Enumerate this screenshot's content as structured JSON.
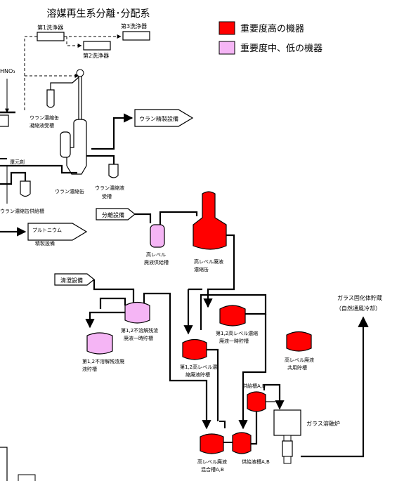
{
  "title": "溶媒再生系分離･分配系",
  "legend": {
    "high": {
      "label": "重要度高の機器",
      "color": "#ff0000"
    },
    "mid_low": {
      "label": "重要度中、低の機器",
      "color": "#f5b5f5"
    }
  },
  "washers": {
    "w1": "第1洗浄器",
    "w2": "第2洗浄器",
    "w3": "第3洗浄器"
  },
  "chem": {
    "hno3": "HNO₃",
    "reductant": "還元剤"
  },
  "uranium": {
    "cond_receiver_1": "ウラン濃縮缶",
    "cond_receiver_2": "凝縮液受槽",
    "evaporator": "ウラン濃縮缶",
    "conc_receiver_1": "ウラン濃縮液",
    "conc_receiver_2": "受槽",
    "feed_tank": "ウラン濃縮缶供給槽",
    "refining": "ウラン精製設備"
  },
  "plutonium": {
    "refining_1": "プルトニウム",
    "refining_2": "精製設備"
  },
  "separation": {
    "label": "分離設備"
  },
  "hlw": {
    "feed_tank_1": "高レベル",
    "feed_tank_2": "廃液供給槽",
    "evaporator_1": "高レベル廃液",
    "evaporator_2": "濃縮缶",
    "conc_temp_1": "第1,2高レベル濃縮",
    "conc_temp_2": "廃液一時貯槽",
    "conc_storage_1": "第1,2高レベル濃",
    "conc_storage_2": "縮廃液貯槽",
    "common_storage_1": "高レベル廃液",
    "common_storage_2": "共用貯槽",
    "mixing_1": "高レベル廃液",
    "mixing_2": "混合槽A,B",
    "supply_tank": "供給槽A,B",
    "supply_liquid_1": "供給液槽A,B"
  },
  "clarification": {
    "label": "清澄設備",
    "insol_temp_1": "第1,2不溶解残渣",
    "insol_temp_2": "廃液一時貯槽",
    "insol_storage_1": "第1,2不溶解残渣廃",
    "insol_storage_2": "液貯槽"
  },
  "vitrification": {
    "melter": "ガラス溶融炉",
    "storage_1": "ガラス固化体貯蔵",
    "storage_2": "（自然通風冷却）"
  }
}
